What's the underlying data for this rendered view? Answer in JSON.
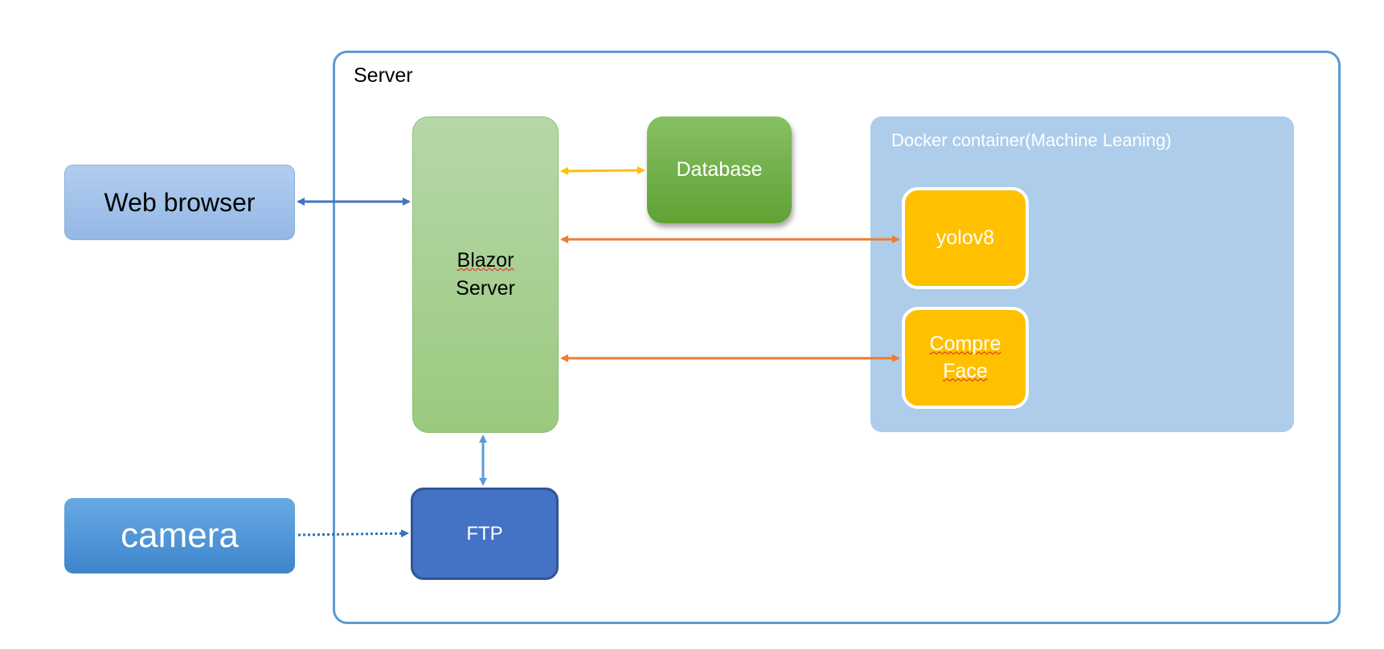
{
  "server": {
    "label": "Server"
  },
  "docker": {
    "label": "Docker container(Machine Leaning)"
  },
  "nodes": {
    "web_browser": "Web browser",
    "camera": "camera",
    "blazor": {
      "line1": "Blazor",
      "line2": "Server"
    },
    "database": "Database",
    "ftp": "FTP",
    "yolov8": "yolov8",
    "compreface": {
      "line1": "Compre",
      "line2": "Face"
    }
  },
  "colors": {
    "frame": "#5b9bd5",
    "docker_bg": "#adcdea",
    "browser_arrow": "#4472c4",
    "database_arrow": "#ffc000",
    "ml_arrow": "#ed7d31",
    "ftp_arrow": "#5b9bd5",
    "camera_arrow": "#2e75b6"
  }
}
